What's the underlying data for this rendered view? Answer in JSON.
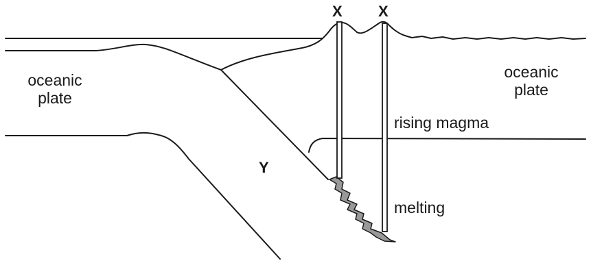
{
  "labels": {
    "volcano_1": "X",
    "volcano_2": "X",
    "left_plate_line1": "oceanic",
    "left_plate_line2": "plate",
    "right_plate_line1": "oceanic",
    "right_plate_line2": "plate",
    "rising_magma": "rising magma",
    "region_y": "Y",
    "melting": "melting"
  },
  "colors": {
    "outline": "#1a1a1a",
    "melt_zone": "#999999",
    "background": "#ffffff"
  }
}
